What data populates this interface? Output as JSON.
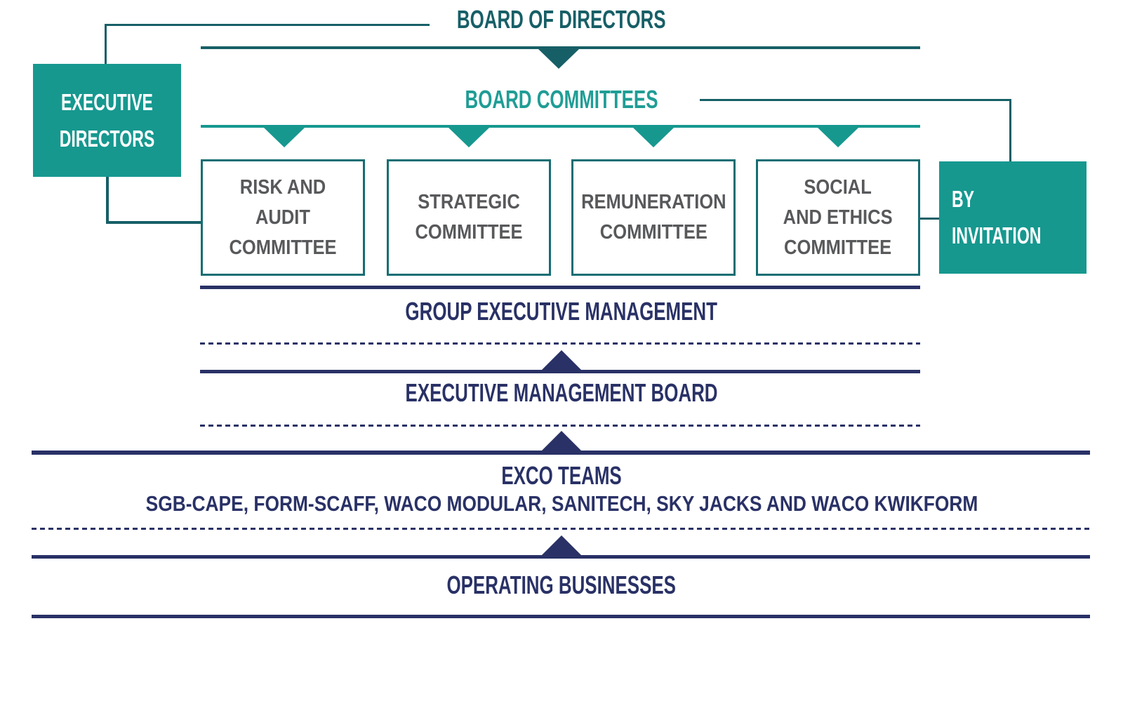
{
  "colors": {
    "teal": "#16988F",
    "teal-text": "#1F9D95",
    "teal-dark": "#175F67",
    "box-border": "#156E73",
    "navy": "#293166",
    "gray-text": "#58595B"
  },
  "top": {
    "board_of_directors": "BOARD OF DIRECTORS",
    "board_committees": "BOARD COMMITTEES"
  },
  "side_boxes": {
    "executive_directors": "EXECUTIVE\nDIRECTORS",
    "by_invitation": "BY\nINVITATION"
  },
  "committees": [
    {
      "name": "RISK AND\nAUDIT\nCOMMITTEE"
    },
    {
      "name": "STRATEGIC\nCOMMITTEE"
    },
    {
      "name": "REMUNERATION\nCOMMITTEE"
    },
    {
      "name": "SOCIAL\nAND ETHICS\nCOMMITTEE"
    }
  ],
  "levels": {
    "group_executive_management": "GROUP EXECUTIVE MANAGEMENT",
    "executive_management_board": "EXECUTIVE MANAGEMENT BOARD",
    "exco_teams": "EXCO TEAMS",
    "exco_companies": "SGB-CAPE, FORM-SCAFF, WACO MODULAR, SANITECH, SKY JACKS AND WACO KWIKFORM",
    "operating_businesses": "OPERATING BUSINESSES"
  }
}
